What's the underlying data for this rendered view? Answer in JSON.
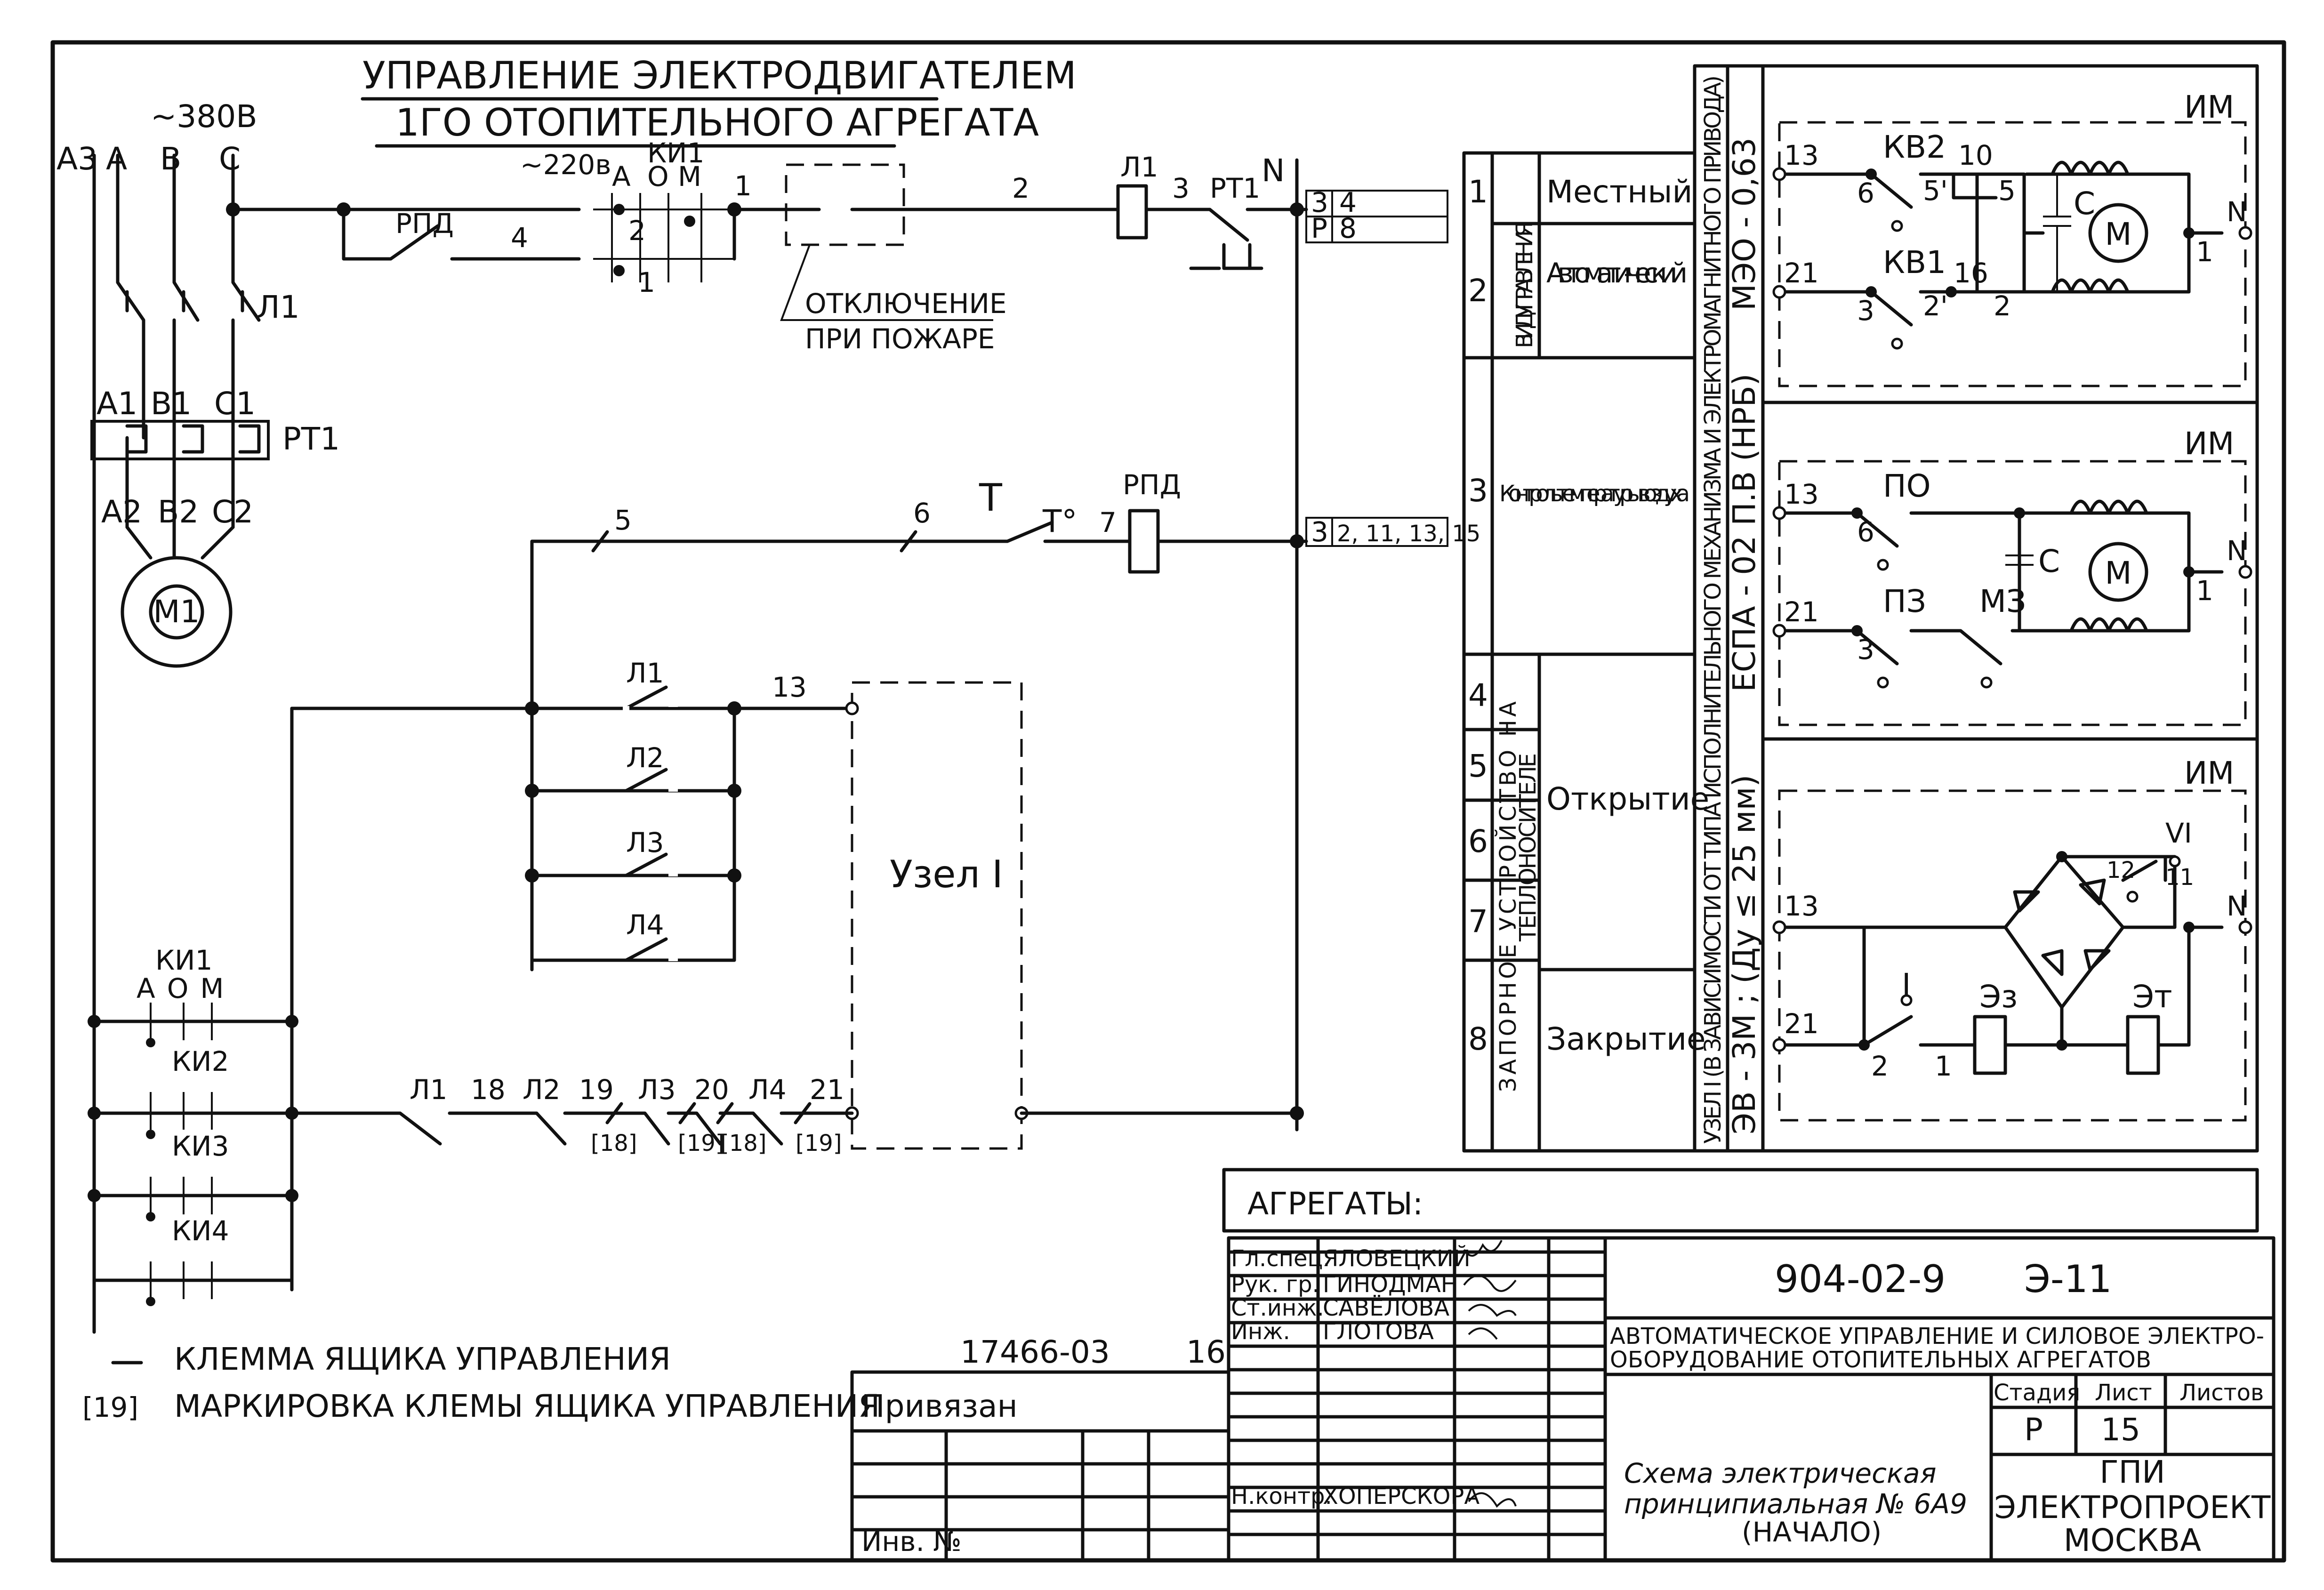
{
  "title": {
    "line1": "УПРАВЛЕНИЕ ЭЛЕКТРОДВИГАТЕЛЕМ",
    "line2": "1ГО ОТОПИТЕЛЬНОГО АГРЕГАТА"
  },
  "supply": {
    "v380": "~380В",
    "v220": "~220в",
    "phases": [
      "А3",
      "А",
      "В",
      "С"
    ],
    "neutral": "N"
  },
  "power": {
    "contactor": "Л1",
    "relay_top": [
      "А1",
      "В1",
      "С1"
    ],
    "relay_bottom": [
      "А2",
      "В2",
      "С2"
    ],
    "relay": "РТ1",
    "motor": "М1"
  },
  "ctrl": {
    "ki1": "КИ1",
    "ki1_pos": [
      "А",
      "О",
      "М"
    ],
    "rpd": "РПД",
    "wires": [
      "1",
      "2",
      "3",
      "4",
      "5",
      "6",
      "7",
      "13",
      "18",
      "19",
      "20",
      "21"
    ],
    "coil_l1": "Л1",
    "rt1": "РТ1",
    "fire": "ОТКЛЮЧЕНИЕ",
    "fire2": "ПРИ ПОЖАРЕ",
    "t": "Т",
    "tdeg": "Т°",
    "l_contacts": [
      "Л1",
      "Л2",
      "Л3",
      "Л4"
    ],
    "node": "Узел I",
    "marks": [
      "[18]",
      "[19]",
      "[18]",
      "[19]"
    ],
    "ki_switches": [
      "КИ1",
      "КИ2",
      "КИ3",
      "КИ4"
    ],
    "refs": [
      {
        "a": "3",
        "b": "4"
      },
      {
        "a": "Р",
        "b": "8"
      },
      {
        "a": "3",
        "b": "2, 11, 13, 15"
      }
    ]
  },
  "legend": {
    "terminal": "КЛЕММА ЯЩИКА УПРАВЛЕНИЯ",
    "marking": "МАРКИРОВКА КЛЕМЫ ЯЩИКА УПРАВЛЕНИЯ",
    "marking_sym": "[19]"
  },
  "func_table": {
    "rows": [
      {
        "n": "1",
        "text": "Местный"
      },
      {
        "n": "2",
        "text": "Автомати-ческий"
      },
      {
        "n": "3",
        "text": "Контроль температуры воздуха"
      },
      {
        "n": "4",
        "text": ""
      },
      {
        "n": "5",
        "text": "Открытие"
      },
      {
        "n": "6",
        "text": ""
      },
      {
        "n": "7",
        "text": ""
      },
      {
        "n": "8",
        "text": "Закрытие"
      }
    ],
    "group1": "ВИД УПРАВЛЕНИЯ",
    "group2a": "ЗАПОРНОЕ УСТРОЙСТВО НА",
    "group2b": "ТЕПЛОНОСИТЕЛЕ"
  },
  "node_panel": {
    "vertical1": "УЗЕЛ I (В ЗАВИСИМОСТИ ОТ ТИПА ИСПОЛНИТЕЛЬНОГО МЕХАНИЗМА И ЭЛЕКТРОМАГНИТНОГО ПРИВОДА)",
    "p1_label": "МЭО - 0,63",
    "p2_label": "ЕСПА - 02 П.В (НРБ)",
    "p3_label": "ЭВ - 3М ; (Ду ≤ 25 мм)",
    "im": "ИМ",
    "p1": {
      "kv2": "КВ2",
      "kv1": "КВ1",
      "c": "С",
      "m": "М",
      "nums": [
        "13",
        "21",
        "6",
        "5'",
        "10",
        "5",
        "16",
        "2'",
        "2",
        "3",
        "1"
      ]
    },
    "p2": {
      "po": "ПО",
      "pz": "ПЗ",
      "mz": "МЗ",
      "c": "С",
      "m": "М",
      "nums": [
        "13",
        "21",
        "6",
        "3",
        "1"
      ]
    },
    "p3": {
      "e1": "Эз",
      "e2": "Эт",
      "sw": "I",
      "v": "VI",
      "nums": [
        "13",
        "21",
        "2",
        "1",
        "12",
        "11"
      ]
    }
  },
  "stamp": {
    "aggregates": "АГРЕГАТЫ:",
    "doc_no": "904-02-9",
    "sheet_code": "Э-11",
    "desc1": "АВТОМАТИЧЕСКОЕ УПРАВЛЕНИЕ И СИЛОВОЕ ЭЛЕКТРО-",
    "desc2": "ОБОРУДОВАНИЕ ОТОПИТЕЛЬНЫХ АГРЕГАТОВ",
    "roles": [
      {
        "role": "Гл.спец.",
        "name": "ЯЛОВЕЦКИЙ"
      },
      {
        "role": "Рук. гр.",
        "name": "ГИНОДМАН"
      },
      {
        "role": "Ст.инж.",
        "name": "САВЁЛОВА"
      },
      {
        "role": "Инж.",
        "name": "ГЛОТОВА"
      }
    ],
    "nkontr_role": "Н.контр.",
    "nkontr_name": "ХОПЕРСКОРА",
    "privyazan": "Привязан",
    "inv": "Инв. №",
    "ref_no": "17466-03",
    "ref_sheet": "16",
    "stadia_h": "Стадия",
    "list_h": "Лист",
    "listov_h": "Листов",
    "stadia": "Р",
    "list": "15",
    "scheme1": "Схема электрическая",
    "scheme2": "принципиальная № 6А9",
    "scheme3": "(НАЧАЛО)",
    "org1": "ГПИ",
    "org2": "ЭЛЕКТРОПРОЕКТ",
    "org3": "МОСКВА"
  }
}
